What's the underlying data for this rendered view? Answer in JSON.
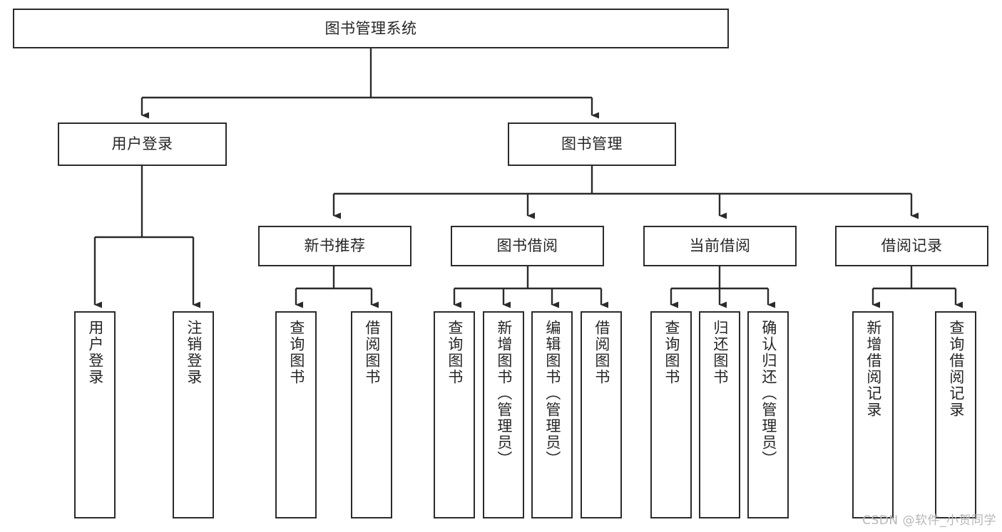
{
  "diagram": {
    "type": "tree-hierarchy-chart",
    "title": "图书管理系统",
    "watermark": "CSDN @软件_小贺同学",
    "colors": {
      "stroke": "#2b2b2b",
      "fill": "#ffffff",
      "text": "#262626",
      "watermark": "#b8b8b8"
    },
    "levels": [
      {
        "level": 1,
        "nodes": [
          {
            "id": "root",
            "label": "图书管理系统",
            "orientation": "horizontal"
          }
        ]
      },
      {
        "level": 2,
        "nodes": [
          {
            "id": "login",
            "label": "用户登录",
            "orientation": "horizontal",
            "parent": "root"
          },
          {
            "id": "bookmgmt",
            "label": "图书管理",
            "orientation": "horizontal",
            "parent": "root"
          }
        ]
      },
      {
        "level": 3,
        "nodes": [
          {
            "id": "newbook",
            "label": "新书推荐",
            "orientation": "horizontal",
            "parent": "bookmgmt"
          },
          {
            "id": "borrow",
            "label": "图书借阅",
            "orientation": "horizontal",
            "parent": "bookmgmt"
          },
          {
            "id": "current",
            "label": "当前借阅",
            "orientation": "horizontal",
            "parent": "bookmgmt"
          },
          {
            "id": "records",
            "label": "借阅记录",
            "orientation": "horizontal",
            "parent": "bookmgmt"
          }
        ]
      },
      {
        "level": 4,
        "nodes": [
          {
            "id": "leaf1",
            "label": "用户登录",
            "orientation": "vertical",
            "parent": "login"
          },
          {
            "id": "leaf2",
            "label": "注销登录",
            "orientation": "vertical",
            "parent": "login"
          },
          {
            "id": "leaf3",
            "label": "查询图书",
            "orientation": "vertical",
            "parent": "newbook"
          },
          {
            "id": "leaf4",
            "label": "借阅图书",
            "orientation": "vertical",
            "parent": "newbook"
          },
          {
            "id": "leaf5",
            "label": "查询图书",
            "orientation": "vertical",
            "parent": "borrow"
          },
          {
            "id": "leaf6",
            "label": "新增图书（管理员）",
            "orientation": "vertical",
            "parent": "borrow"
          },
          {
            "id": "leaf7",
            "label": "编辑图书（管理员）",
            "orientation": "vertical",
            "parent": "borrow"
          },
          {
            "id": "leaf8",
            "label": "借阅图书",
            "orientation": "vertical",
            "parent": "borrow"
          },
          {
            "id": "leaf9",
            "label": "查询图书",
            "orientation": "vertical",
            "parent": "current"
          },
          {
            "id": "leaf10",
            "label": "归还图书",
            "orientation": "vertical",
            "parent": "current"
          },
          {
            "id": "leaf11",
            "label": "确认归还（管理员）",
            "orientation": "vertical",
            "parent": "current"
          },
          {
            "id": "leaf12",
            "label": "新增借阅记录",
            "orientation": "vertical",
            "parent": "records"
          },
          {
            "id": "leaf13",
            "label": "查询借阅记录",
            "orientation": "vertical",
            "parent": "records"
          }
        ]
      }
    ]
  }
}
